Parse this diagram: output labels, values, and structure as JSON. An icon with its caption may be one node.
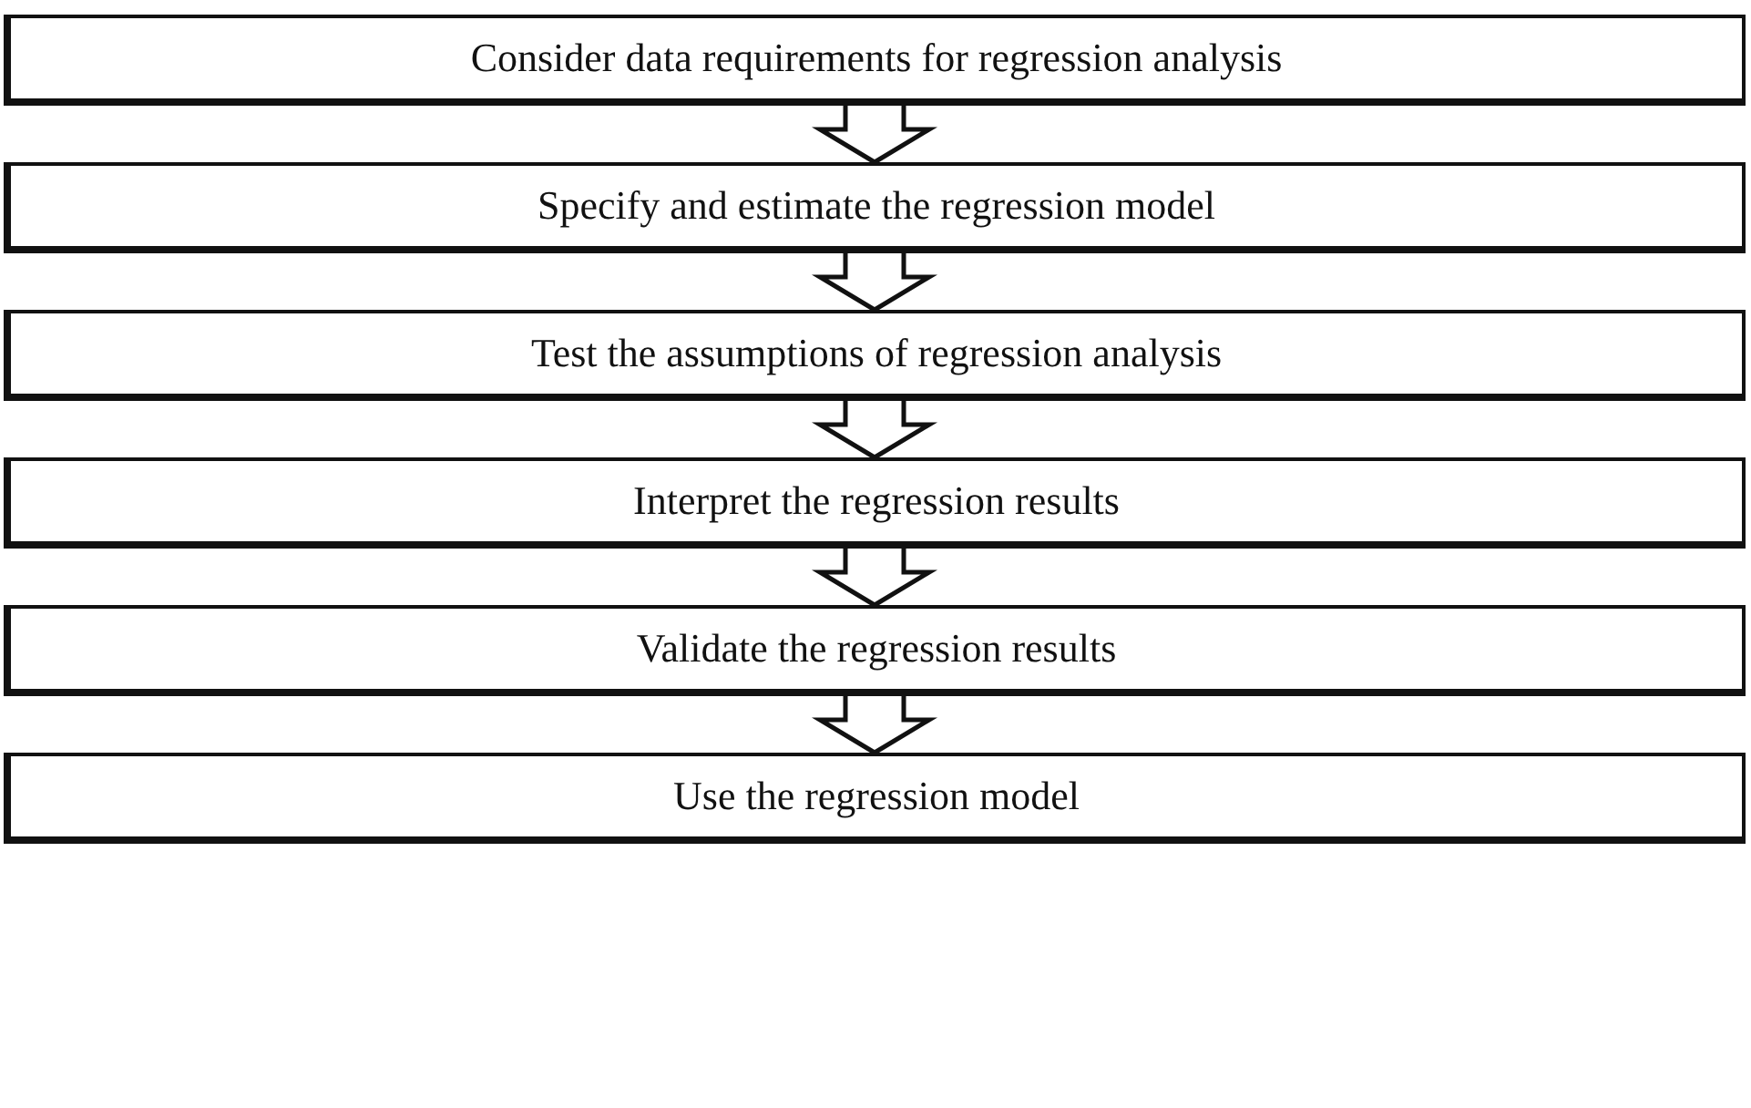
{
  "diagram": {
    "nodes": [
      {
        "text": [
          "Consider data requirements for regression analysis"
        ]
      },
      {
        "text": [
          "Specify and estimate the regression model"
        ]
      },
      {
        "text": [
          "Test the assumptions of regression analysis"
        ]
      },
      {
        "text": [
          "Interpret the regression results"
        ]
      },
      {
        "text": [
          "Validate the regression results"
        ]
      },
      {
        "text": [
          "Use the regression model"
        ]
      }
    ],
    "edges": [
      {
        "from": 0,
        "to": 1,
        "arrow": "to"
      },
      {
        "from": 1,
        "to": 2,
        "arrow": "to"
      },
      {
        "from": 2,
        "to": 3,
        "arrow": "to"
      },
      {
        "from": 3,
        "to": 4,
        "arrow": "to"
      },
      {
        "from": 4,
        "to": 5,
        "arrow": "to"
      }
    ]
  }
}
